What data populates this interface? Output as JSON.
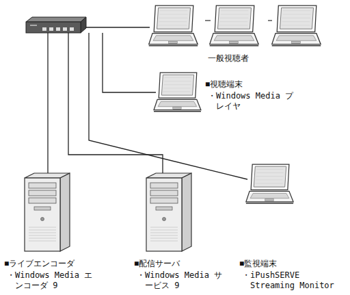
{
  "diagram": {
    "nodes": [
      {
        "text": [
          "一般視聴者"
        ]
      },
      {
        "text": [
          "■視聴端末",
          "・Windows Media プレイヤ"
        ]
      },
      {
        "text": [
          "■ライブエンコーダ",
          "・Windows Media エンコーダ 9"
        ]
      },
      {
        "text": [
          "■配信サーバ",
          "・Windows Media サービス 9"
        ]
      },
      {
        "text": [
          "■監視端末",
          "・iPushSERVE Streaming Monitor"
        ]
      }
    ]
  }
}
